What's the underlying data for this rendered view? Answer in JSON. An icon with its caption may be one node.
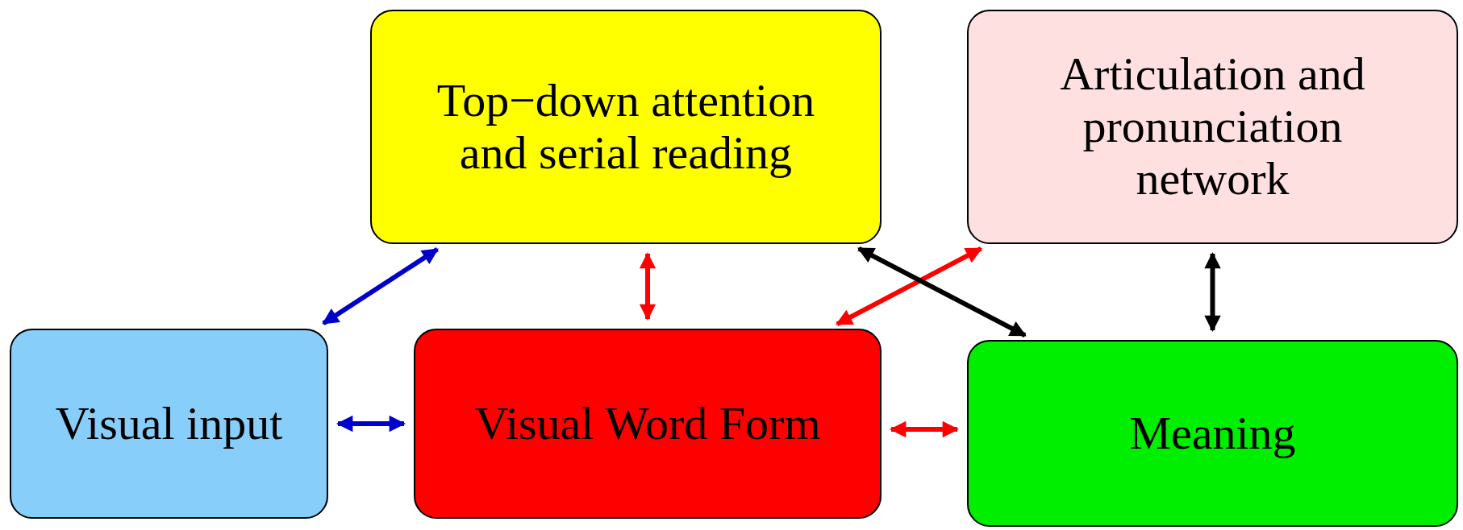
{
  "diagram": {
    "nodes": [
      {
        "text": [
          "Top−down attention and serial reading"
        ]
      },
      {
        "text": [
          "Articulation and pronunciation network"
        ]
      },
      {
        "text": [
          "Visual input"
        ]
      },
      {
        "text": [
          "Visual Word Form"
        ]
      },
      {
        "text": [
          "Meaning"
        ]
      }
    ],
    "edges": [
      {
        "from": 2,
        "to": 0,
        "arrow": "both",
        "color": "#0000cc"
      },
      {
        "from": 2,
        "to": 3,
        "arrow": "both",
        "color": "#0000cc"
      },
      {
        "from": 0,
        "to": 3,
        "arrow": "both"
      },
      {
        "from": 3,
        "to": 1,
        "arrow": "both"
      },
      {
        "from": 0,
        "to": 4,
        "arrow": "both",
        "color": "#000000"
      },
      {
        "from": 1,
        "to": 4,
        "arrow": "both",
        "color": "#000000"
      },
      {
        "from": 3,
        "to": 4,
        "arrow": "both"
      }
    ]
  }
}
